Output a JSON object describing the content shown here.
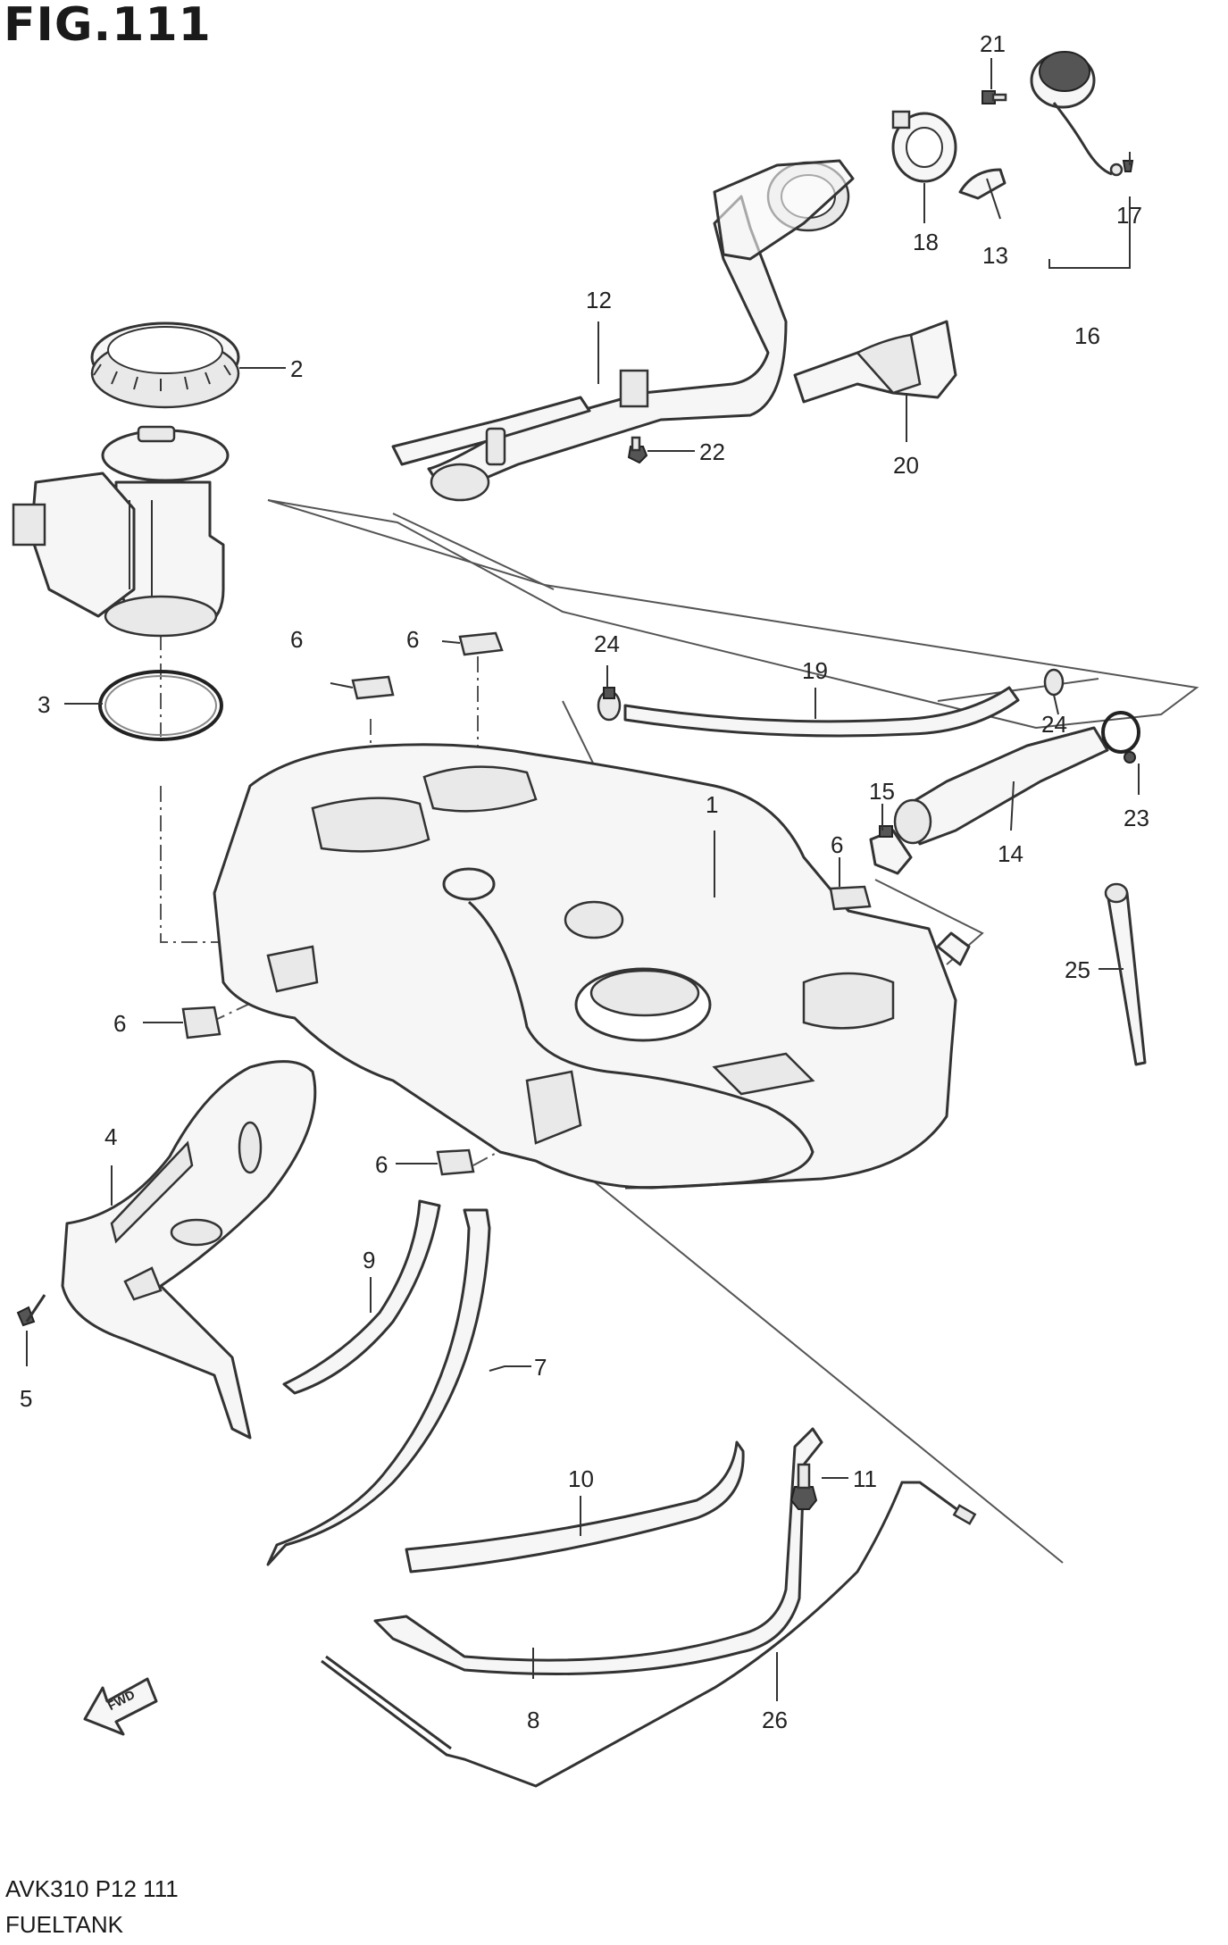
{
  "header": {
    "title": "FIG.111"
  },
  "footer": {
    "code": "AVK310 P12 111",
    "name": "FUELTANK"
  },
  "callouts": [
    {
      "id": "c1",
      "text": "1"
    },
    {
      "id": "c2",
      "text": "2"
    },
    {
      "id": "c3",
      "text": "3"
    },
    {
      "id": "c4",
      "text": "4"
    },
    {
      "id": "c5",
      "text": "5"
    },
    {
      "id": "c6a",
      "text": "6"
    },
    {
      "id": "c6b",
      "text": "6"
    },
    {
      "id": "c6c",
      "text": "6"
    },
    {
      "id": "c6d",
      "text": "6"
    },
    {
      "id": "c6e",
      "text": "6"
    },
    {
      "id": "c7",
      "text": "7"
    },
    {
      "id": "c8",
      "text": "8"
    },
    {
      "id": "c9",
      "text": "9"
    },
    {
      "id": "c10",
      "text": "10"
    },
    {
      "id": "c11",
      "text": "11"
    },
    {
      "id": "c12",
      "text": "12"
    },
    {
      "id": "c13",
      "text": "13"
    },
    {
      "id": "c14",
      "text": "14"
    },
    {
      "id": "c15",
      "text": "15"
    },
    {
      "id": "c16",
      "text": "16"
    },
    {
      "id": "c17",
      "text": "17"
    },
    {
      "id": "c18",
      "text": "18"
    },
    {
      "id": "c19",
      "text": "19"
    },
    {
      "id": "c20",
      "text": "20"
    },
    {
      "id": "c21",
      "text": "21"
    },
    {
      "id": "c22",
      "text": "22"
    },
    {
      "id": "c23",
      "text": "23"
    },
    {
      "id": "c24a",
      "text": "24"
    },
    {
      "id": "c24b",
      "text": "24"
    },
    {
      "id": "c25",
      "text": "25"
    },
    {
      "id": "c26",
      "text": "26"
    }
  ],
  "arrow": {
    "text": "FWD",
    "icon": "front-direction-arrow-icon"
  }
}
